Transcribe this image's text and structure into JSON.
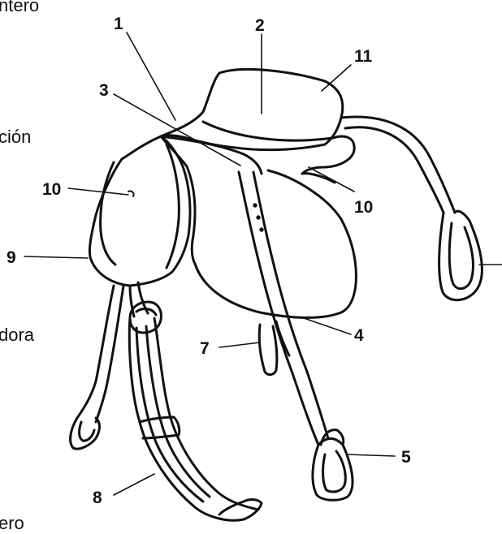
{
  "side_labels": {
    "top": "ntero",
    "upper": "ción",
    "middle": "dora",
    "bottom": "ero"
  },
  "callouts": {
    "n1": "1",
    "n2": "2",
    "n3": "3",
    "n4": "4",
    "n5": "5",
    "n7": "7",
    "n8": "8",
    "n9": "9",
    "n10_left": "10",
    "n10_right": "10",
    "n11": "11"
  }
}
